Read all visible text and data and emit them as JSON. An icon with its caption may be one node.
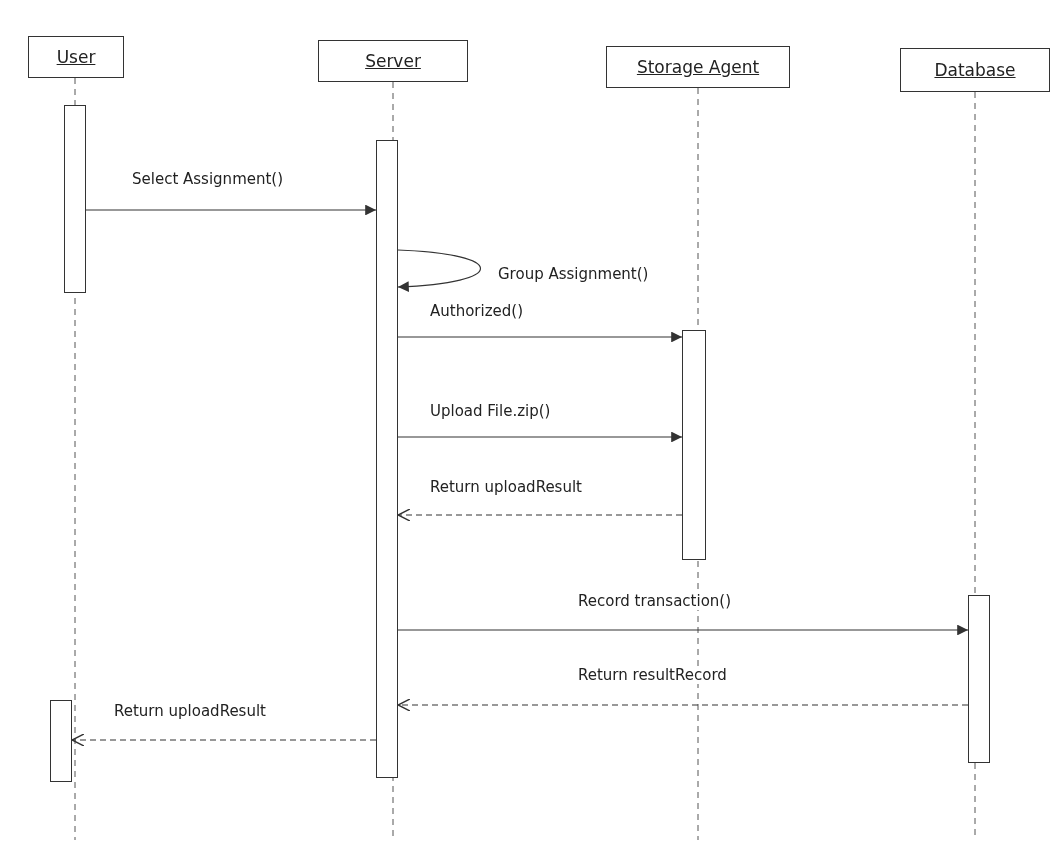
{
  "diagram": {
    "nodes": [
      {
        "text": [
          "User"
        ]
      },
      {
        "text": [
          "Server"
        ]
      },
      {
        "text": [
          "Storage Agent"
        ]
      },
      {
        "text": [
          "Database"
        ]
      },
      {
        "text": [],
        "shape": "bar"
      },
      {
        "text": [],
        "shape": "bar"
      },
      {
        "text": [],
        "shape": "bar"
      },
      {
        "text": [],
        "shape": "bar"
      },
      {
        "text": [],
        "shape": "bar"
      }
    ],
    "edges": [
      {
        "from": 4,
        "to": 6,
        "arrow": "to",
        "label": "Select Assignment()"
      },
      {
        "from": 6,
        "to": 6,
        "arrow": "to",
        "label": "Group Assignment()"
      },
      {
        "from": 6,
        "to": 7,
        "arrow": "to",
        "label": "Authorized()"
      },
      {
        "from": 6,
        "to": 7,
        "arrow": "to",
        "label": "Upload File.zip()"
      },
      {
        "from": 7,
        "to": 6,
        "arrow": "to",
        "label": "Return uploadResult",
        "style": "dashed"
      },
      {
        "from": 6,
        "to": 8,
        "arrow": "to",
        "label": "Record transaction()"
      },
      {
        "from": 8,
        "to": 6,
        "arrow": "to",
        "label": "Return resultRecord",
        "style": "dashed"
      },
      {
        "from": 6,
        "to": 5,
        "arrow": "to",
        "label": "Return uploadResult",
        "style": "dashed"
      }
    ]
  }
}
